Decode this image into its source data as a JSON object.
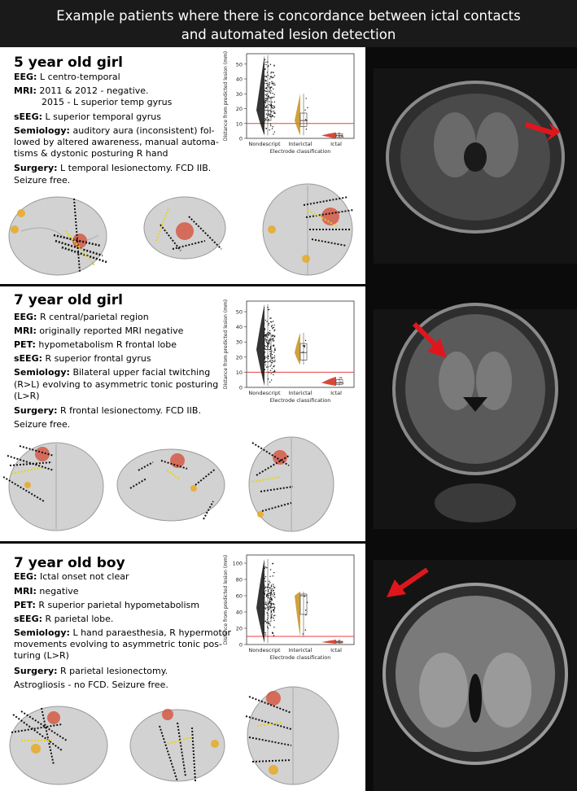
{
  "header": {
    "line1": "Example patients where there is concordance between ictal contacts",
    "line2": "and automated lesion detection"
  },
  "patients": [
    {
      "title": "5 year old girl",
      "lines": [
        {
          "key": "EEG:",
          "value": "L centro-temporal"
        },
        {
          "key": "MRI:",
          "value": "2011 & 2012 - negative."
        },
        {
          "key": "",
          "value": "2015 - L superior temp gyrus"
        },
        {
          "key": "sEEG:",
          "value": "L superior temporal gyrus"
        },
        {
          "key": "Semiology:",
          "value": "auditory aura (inconsistent) fol-"
        },
        {
          "key": "",
          "value": "lowed by altered awareness, manual automa-"
        },
        {
          "key": "",
          "value": "tisms & dystonic posturing R hand"
        },
        {
          "key": "Surgery:",
          "value": "L temporal lesionectomy. FCD IIB."
        },
        {
          "key": "",
          "value": "Seizure free."
        }
      ]
    },
    {
      "title": "7 year old girl",
      "lines": [
        {
          "key": "EEG:",
          "value": "R central/parietal region"
        },
        {
          "key": "MRI:",
          "value": "originally reported MRI negative"
        },
        {
          "key": "PET:",
          "value": "hypometabolism R frontal lobe"
        },
        {
          "key": "sEEG:",
          "value": "R superior frontal gyrus"
        },
        {
          "key": "Semiology:",
          "value": "Bilateral upper facial twitching"
        },
        {
          "key": "",
          "value": "(R>L) evolving to asymmetric tonic posturing"
        },
        {
          "key": "",
          "value": "(L>R)"
        },
        {
          "key": "Surgery:",
          "value": "R frontal lesionectomy. FCD IIB."
        },
        {
          "key": "",
          "value": "Seizure free."
        }
      ]
    },
    {
      "title": "7 year old boy",
      "lines": [
        {
          "key": "EEG:",
          "value": "Ictal onset not clear"
        },
        {
          "key": "MRI:",
          "value": "negative"
        },
        {
          "key": "PET:",
          "value": "R superior parietal hypometabolism"
        },
        {
          "key": "sEEG:",
          "value": "R parietal lobe."
        },
        {
          "key": "Semiology:",
          "value": "L hand paraesthesia, R hypermotor"
        },
        {
          "key": "",
          "value": "movements evolving to asymmetric tonic pos-"
        },
        {
          "key": "",
          "value": "turing (L>R)"
        },
        {
          "key": "Surgery:",
          "value": "R parietal lesionectomy."
        },
        {
          "key": "",
          "value": "Astrogliosis - no FCD. Seizure free."
        }
      ]
    }
  ],
  "chart_data": [
    {
      "type": "scatter",
      "xlabel": "Electrode classification",
      "ylabel": "Distance from predicted lesion (mm)",
      "categories": [
        "Nondescript",
        "Interictal",
        "Ictal"
      ],
      "yticks": [
        0,
        10,
        20,
        30,
        40,
        50
      ],
      "ylim": [
        0,
        57
      ],
      "threshold": 10,
      "summary": [
        {
          "name": "Nondescript",
          "min": 2,
          "q1": 12,
          "median": 19,
          "q3": 27,
          "max": 56
        },
        {
          "name": "Interictal",
          "min": 2,
          "q1": 8,
          "median": 12,
          "q3": 17,
          "max": 30
        },
        {
          "name": "Ictal",
          "min": 0,
          "q1": 1,
          "median": 2,
          "q3": 3,
          "max": 4
        }
      ]
    },
    {
      "type": "scatter",
      "xlabel": "Electrode classification",
      "ylabel": "Distance from predicted lesion (mm)",
      "categories": [
        "Nondescript",
        "Interictal",
        "Ictal"
      ],
      "yticks": [
        0,
        10,
        20,
        30,
        40,
        50
      ],
      "ylim": [
        0,
        57
      ],
      "threshold": 10,
      "summary": [
        {
          "name": "Nondescript",
          "min": 1,
          "q1": 17,
          "median": 25,
          "q3": 35,
          "max": 55
        },
        {
          "name": "Interictal",
          "min": 15,
          "q1": 18,
          "median": 23,
          "q3": 29,
          "max": 36
        },
        {
          "name": "Ictal",
          "min": 1,
          "q1": 2,
          "median": 3,
          "q3": 5,
          "max": 7
        }
      ]
    },
    {
      "type": "scatter",
      "xlabel": "Electrode classification",
      "ylabel": "Distance from predicted lesion (mm)",
      "categories": [
        "Nondescript",
        "Interictal",
        "Ictal"
      ],
      "yticks": [
        0,
        20,
        40,
        60,
        80,
        100
      ],
      "ylim": [
        0,
        110
      ],
      "threshold": 10,
      "summary": [
        {
          "name": "Nondescript",
          "min": 2,
          "q1": 28,
          "median": 45,
          "q3": 70,
          "max": 105
        },
        {
          "name": "Interictal",
          "min": 10,
          "q1": 37,
          "median": 60,
          "q3": 62,
          "max": 65
        },
        {
          "name": "Ictal",
          "min": 1,
          "q1": 2,
          "median": 3,
          "q3": 4,
          "max": 6
        }
      ]
    }
  ],
  "colors": {
    "threshold": "#e84040",
    "nondescript": "#111111",
    "interictal": "#c8901a",
    "ictal": "#cc2a1a",
    "arrow": "#e0161d"
  }
}
